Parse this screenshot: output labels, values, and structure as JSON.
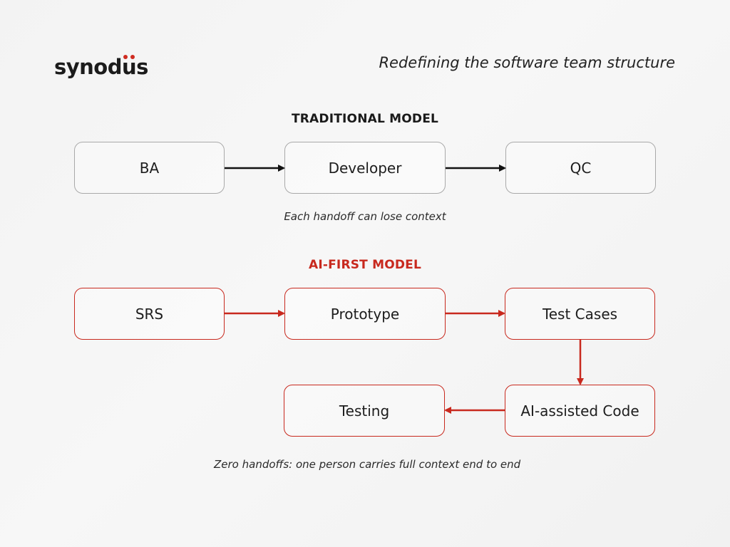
{
  "header": {
    "logo_text_before": "synod",
    "logo_text_u": "u",
    "logo_text_after": "s",
    "tagline": "Redefining the software team structure"
  },
  "traditional": {
    "title": "TRADITIONAL MODEL",
    "steps": [
      "BA",
      "Developer",
      "QC"
    ],
    "caption": "Each handoff can lose context"
  },
  "ai_first": {
    "title": "AI-FIRST MODEL",
    "steps": [
      "SRS",
      "Prototype",
      "Test Cases",
      "AI-assisted Code",
      "Testing"
    ],
    "caption": "Zero handoffs: one person carries full context end to end"
  },
  "colors": {
    "accent": "#c8291e",
    "neutral_border": "#a9a9a9",
    "arrow_dark": "#111111"
  }
}
